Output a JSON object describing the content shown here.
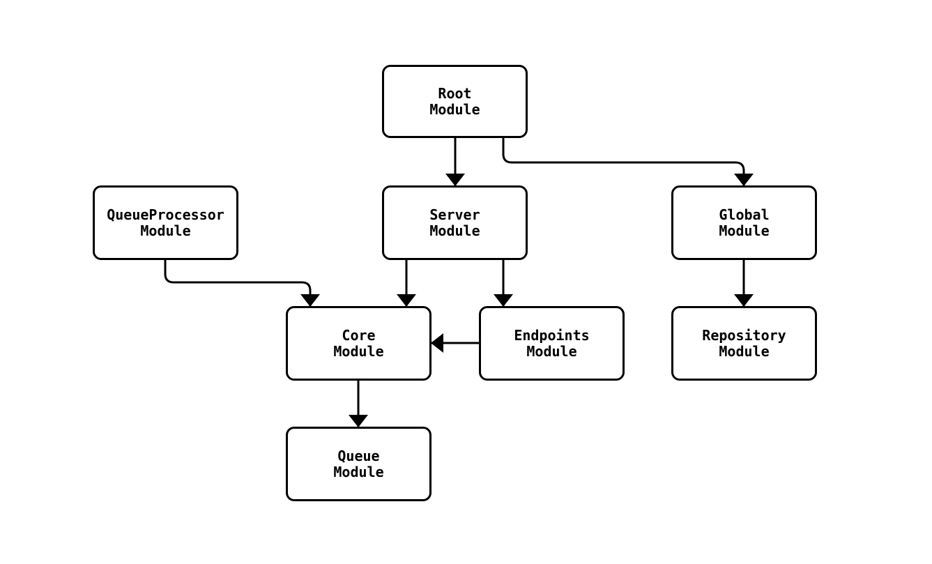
{
  "diagram": {
    "type": "module-dependency-flowchart",
    "background_color": "#ffffff",
    "stroke_color": "#000000",
    "node_fill_color": "#ffffff",
    "nodes": {
      "root": {
        "label": "Root\nModule"
      },
      "queueprocessor": {
        "label": "QueueProcessor\nModule"
      },
      "server": {
        "label": "Server\nModule"
      },
      "global": {
        "label": "Global\nModule"
      },
      "core": {
        "label": "Core\nModule"
      },
      "endpoints": {
        "label": "Endpoints\nModule"
      },
      "repository": {
        "label": "Repository\nModule"
      },
      "queue": {
        "label": "Queue\nModule"
      }
    },
    "edges": [
      {
        "from": "Root Module",
        "to": "Server Module"
      },
      {
        "from": "Root Module",
        "to": "Global Module"
      },
      {
        "from": "QueueProcessor Module",
        "to": "Core Module"
      },
      {
        "from": "Server Module",
        "to": "Core Module"
      },
      {
        "from": "Server Module",
        "to": "Endpoints Module"
      },
      {
        "from": "Endpoints Module",
        "to": "Core Module"
      },
      {
        "from": "Global Module",
        "to": "Repository Module"
      },
      {
        "from": "Core Module",
        "to": "Queue Module"
      }
    ]
  }
}
